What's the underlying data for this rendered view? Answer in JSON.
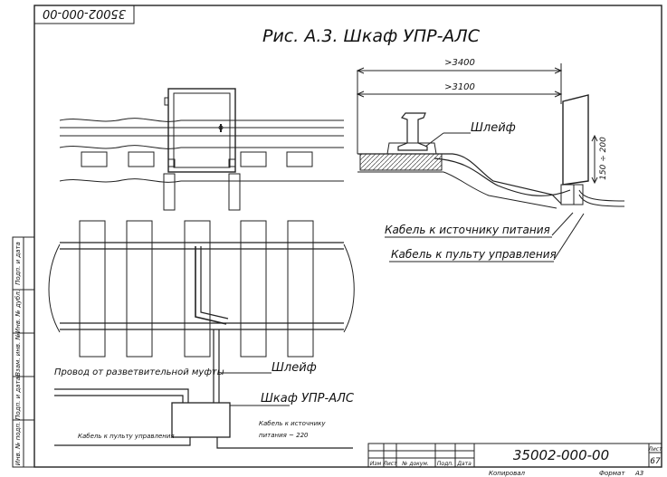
{
  "title": "Рис. А.3. Шкаф УПР-АЛС",
  "stamp_top": "35002-000-00",
  "dims": {
    "d1": ">3400",
    "d2": ">3100",
    "d3": "150 ÷ 200"
  },
  "labels": {
    "shleif_top": "Шлейф",
    "cable_power": "Кабель к источнику питания",
    "cable_panel": "Кабель к пульту управления",
    "wire_from": "Провод от разветвительной муфты",
    "shleif_bottom": "Шлейф",
    "cabinet": "Шкаф УПР-АЛС",
    "cable_panel_small": "Кабель к пульту управления",
    "cable_power_small_1": "Кабель к источнику",
    "cable_power_small_2": "питания ~ 220"
  },
  "side_block": [
    "Подп. и дата",
    "Инв. № дубл.",
    "Взам. инв. №",
    "Подп. и дата",
    "Инв. № подп."
  ],
  "title_block": {
    "designation": "35002-000-00",
    "cols": [
      "Изм",
      "Лист",
      "№ докум.",
      "Подп.",
      "Дата"
    ],
    "sheet_label": "Лист",
    "sheet_num": "67",
    "copied": "Копировал",
    "format": "Формат",
    "format_val": "А3"
  }
}
